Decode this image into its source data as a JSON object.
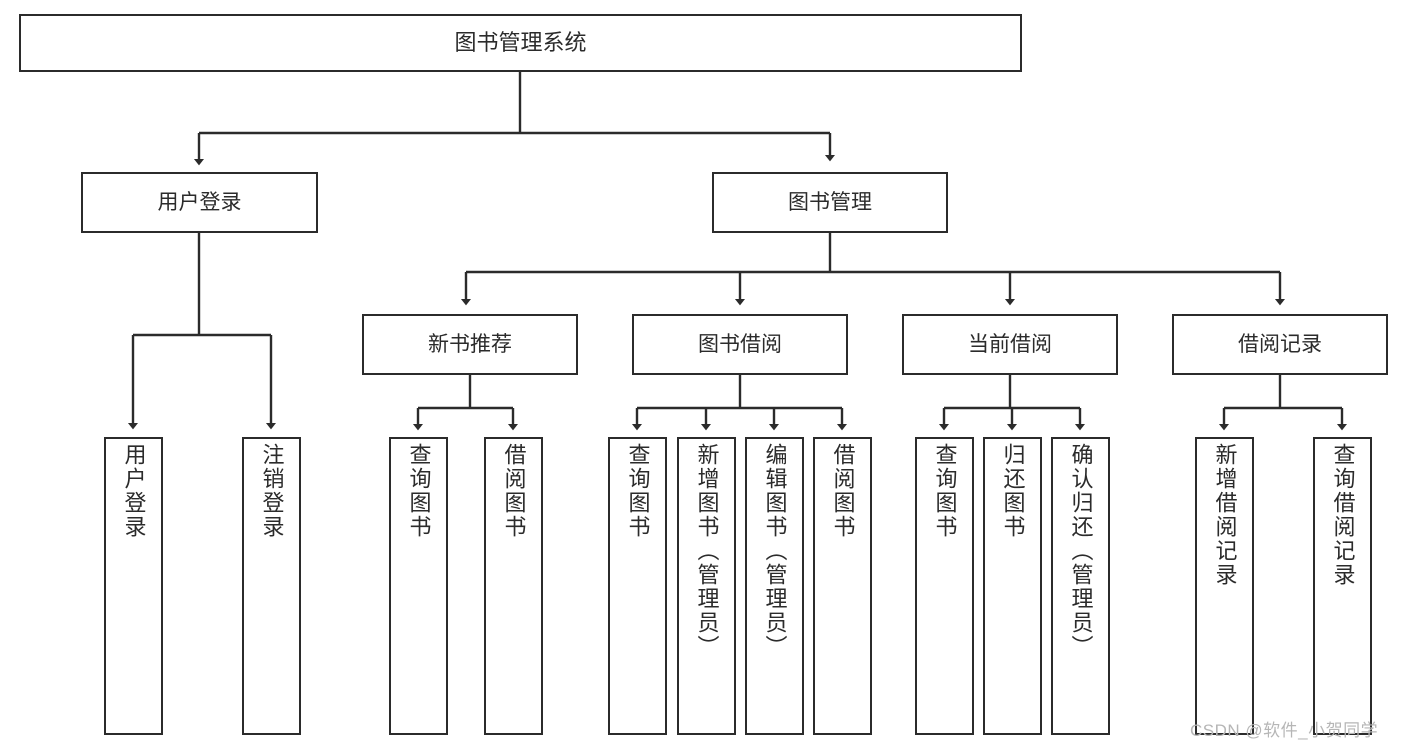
{
  "diagram": {
    "title": "图书管理系统",
    "type": "hierarchy-tree",
    "orientation": "top-down",
    "colors": {
      "box_border": "#2b2b2b",
      "box_fill": "#ffffff",
      "connector": "#2b2b2b",
      "text": "#2b2b2b",
      "watermark": "#b6b6b6",
      "background": "#ffffff"
    },
    "root": {
      "label": "图书管理系统"
    },
    "level2": [
      {
        "label": "用户登录"
      },
      {
        "label": "图书管理"
      }
    ],
    "level3": [
      {
        "label": "新书推荐"
      },
      {
        "label": "图书借阅"
      },
      {
        "label": "当前借阅"
      },
      {
        "label": "借阅记录"
      }
    ],
    "leaves": {
      "user_login": [
        {
          "label": "用户登录"
        },
        {
          "label": "注销登录"
        }
      ],
      "new_book_recommend": [
        {
          "label": "查询图书"
        },
        {
          "label": "借阅图书"
        }
      ],
      "book_borrow": [
        {
          "label": "查询图书"
        },
        {
          "label": "新增图书（管理员）"
        },
        {
          "label": "编辑图书（管理员）"
        },
        {
          "label": "借阅图书"
        }
      ],
      "current_borrow": [
        {
          "label": "查询图书"
        },
        {
          "label": "归还图书"
        },
        {
          "label": "确认归还（管理员）"
        }
      ],
      "borrow_record": [
        {
          "label": "新增借阅记录"
        },
        {
          "label": "查询借阅记录"
        }
      ]
    }
  },
  "watermark": {
    "text": "CSDN @软件_小贺同学"
  }
}
